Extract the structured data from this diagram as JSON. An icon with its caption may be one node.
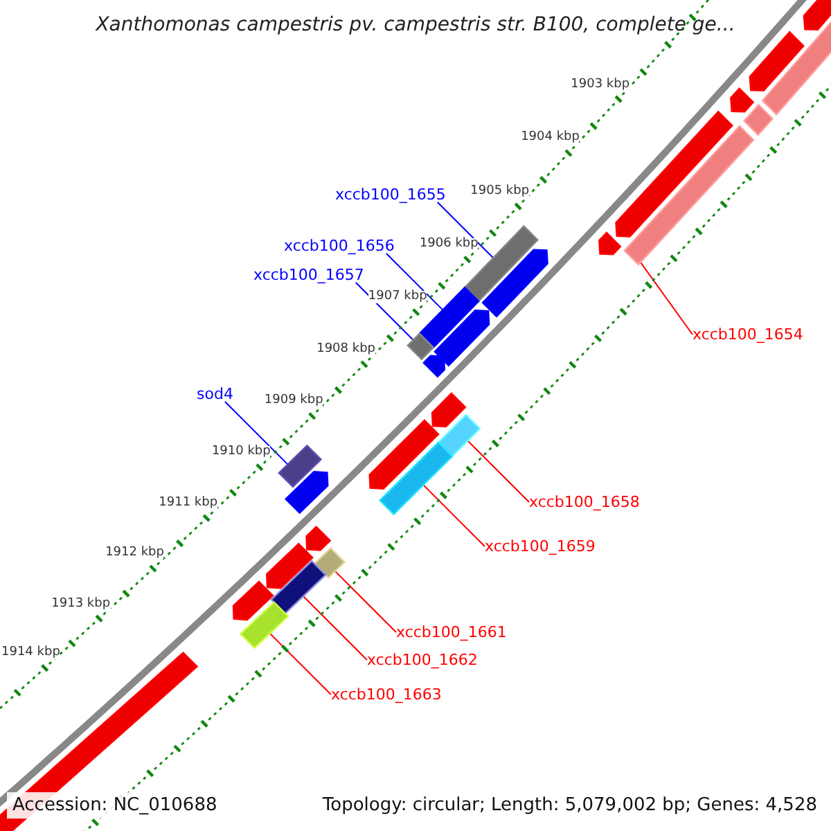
{
  "diagram": {
    "title": "Xanthomonas campestris pv. campestris str. B100, complete ge...",
    "nodes": [
      {
        "text": [
          "xccb100_1655"
        ]
      },
      {
        "text": [
          "xccb100_1656"
        ]
      },
      {
        "text": [
          "xccb100_1657"
        ]
      },
      {
        "text": [
          "xccb100_1654"
        ]
      },
      {
        "text": [
          "sod4"
        ]
      },
      {
        "text": [
          "xccb100_1658"
        ]
      },
      {
        "text": [
          "xccb100_1659"
        ]
      },
      {
        "text": [
          "xccb100_1661"
        ]
      },
      {
        "text": [
          "xccb100_1662"
        ]
      },
      {
        "text": [
          "xccb100_1663"
        ]
      },
      {
        "text": [],
        "shape": "bar"
      },
      {
        "text": [],
        "shape": "bar"
      },
      {
        "text": [],
        "shape": "bar"
      },
      {
        "text": [],
        "shape": "bar"
      },
      {
        "text": [],
        "shape": "bar"
      },
      {
        "text": [],
        "shape": "bar"
      },
      {
        "text": [],
        "shape": "bar"
      },
      {
        "text": [],
        "shape": "bar"
      },
      {
        "text": [],
        "shape": "bar"
      },
      {
        "text": [],
        "shape": "bar"
      },
      {
        "text": [],
        "shape": "bar"
      },
      {
        "text": [],
        "shape": "bar"
      },
      {
        "text": [],
        "shape": "bar"
      },
      {
        "text": [],
        "shape": "bar"
      },
      {
        "text": [],
        "shape": "bar"
      },
      {
        "text": [],
        "shape": "bar"
      },
      {
        "text": [],
        "shape": "bar"
      },
      {
        "text": [],
        "shape": "bar"
      },
      {
        "text": [],
        "shape": "bar"
      },
      {
        "text": [],
        "shape": "bar"
      },
      {
        "text": [],
        "shape": "bar"
      },
      {
        "text": [],
        "shape": "bar"
      },
      {
        "text": [],
        "shape": "bar"
      },
      {
        "text": [],
        "shape": "bar"
      },
      {
        "text": [],
        "shape": "bar"
      },
      {
        "text": [],
        "shape": "bar"
      },
      {
        "text": [],
        "shape": "bar"
      }
    ],
    "edges": [
      {
        "from": 0,
        "to": 10,
        "arrow": "none",
        "color": "#0000ff"
      },
      {
        "from": 1,
        "to": 11,
        "arrow": "none",
        "color": "#0000ff"
      },
      {
        "from": 2,
        "to": 12,
        "arrow": "none",
        "color": "#0000ff"
      },
      {
        "from": 3,
        "to": 13,
        "arrow": "none"
      },
      {
        "from": 4,
        "to": 14,
        "arrow": "none",
        "color": "#0000ff"
      },
      {
        "from": 5,
        "to": 15,
        "arrow": "none"
      },
      {
        "from": 6,
        "to": 16,
        "arrow": "none"
      },
      {
        "from": 7,
        "to": 17,
        "arrow": "none"
      },
      {
        "from": 8,
        "to": 18,
        "arrow": "none"
      },
      {
        "from": 9,
        "to": 19,
        "arrow": "none"
      }
    ],
    "labels": [
      "1903 kbp",
      "1904 kbp",
      "1905 kbp",
      "1906 kbp",
      "1907 kbp",
      "1908 kbp",
      "1909 kbp",
      "1910 kbp",
      "1911 kbp",
      "1912 kbp",
      "1913 kbp",
      "1914 kbp",
      "Accession: NC_010688",
      "Topology: circular; Length: 5,079,002 bp; Genes: 4,528"
    ]
  }
}
